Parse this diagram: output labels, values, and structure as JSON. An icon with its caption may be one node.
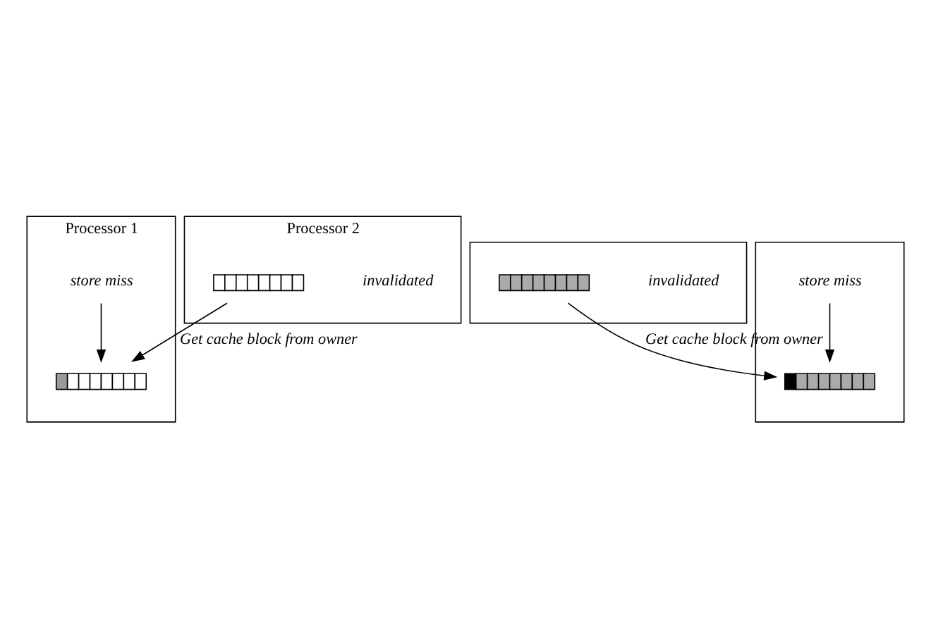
{
  "diagram": {
    "nodes": [
      {
        "text": [
          "Processor 1"
        ]
      },
      {
        "text": [
          "store miss"
        ],
        "in": 0
      },
      {
        "text": [],
        "shape": "bar",
        "in": 0
      },
      {
        "text": [
          "Processor 2"
        ]
      },
      {
        "text": [
          "invalidated"
        ],
        "in": 3
      },
      {
        "text": [],
        "shape": "bar",
        "in": 3
      },
      {
        "text": [],
        "shape": "box"
      },
      {
        "text": [
          "invalidated"
        ],
        "in": 6
      },
      {
        "text": [],
        "shape": "bar",
        "in": 6
      },
      {
        "text": [],
        "shape": "box"
      },
      {
        "text": [
          "store miss"
        ],
        "in": 9
      },
      {
        "text": [],
        "shape": "bar",
        "in": 9
      }
    ],
    "edges": [
      {
        "from": 1,
        "to": 2,
        "arrow": "to"
      },
      {
        "from": 5,
        "to": 2,
        "arrow": "to",
        "label": "Get cache block from owner"
      },
      {
        "from": 10,
        "to": 11,
        "arrow": "to"
      },
      {
        "from": 8,
        "to": 11,
        "arrow": "to",
        "label": "Get cache block from owner"
      }
    ]
  }
}
